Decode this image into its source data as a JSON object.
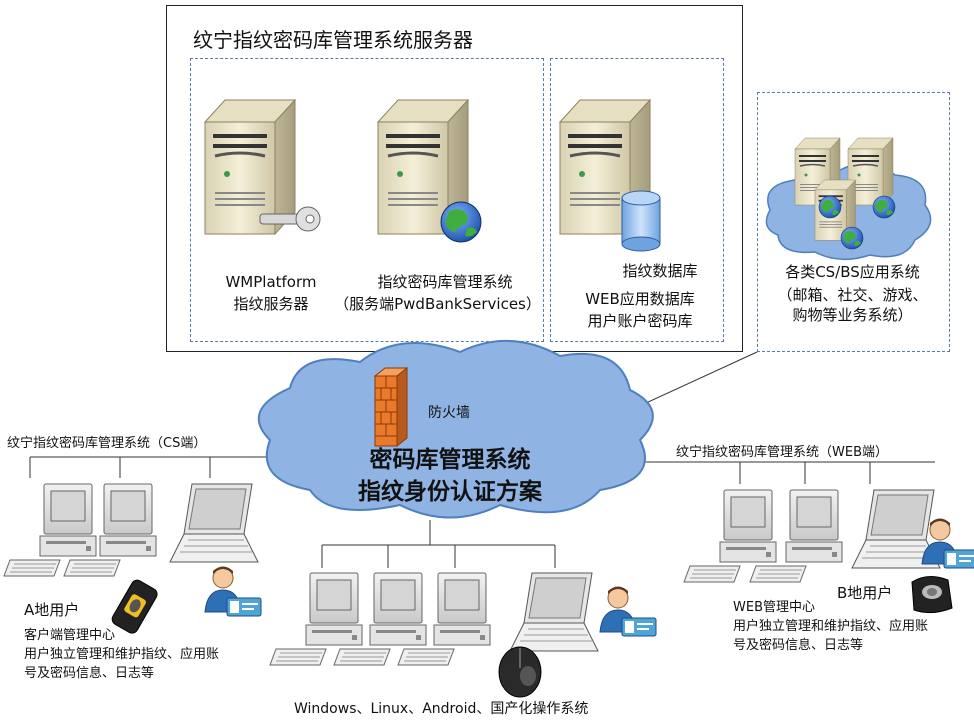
{
  "server_box": {
    "title": "纹宁指纹密码库管理系统服务器",
    "wm_platform": {
      "line1": "WMPlatform",
      "line2": "指纹服务器"
    },
    "pwdbank": {
      "line1": "指纹密码库管理系统",
      "line2": "（服务端PwdBankServices）"
    },
    "database": {
      "line1": "指纹数据库",
      "line2": "WEB应用数据库",
      "line3": "用户账户密码库"
    }
  },
  "apps_box": {
    "line1": "各类CS/BS应用系统",
    "line2": "（邮箱、社交、游戏、",
    "line3": "购物等业务系统）"
  },
  "cloud": {
    "firewall_label": "防火墙",
    "line1": "密码库管理系统",
    "line2": "指纹身份认证方案"
  },
  "cs_side": {
    "header": "纹宁指纹密码库管理系统（CS端）",
    "user_title": "A地用户",
    "desc1": "客户端管理中心",
    "desc2": "用户独立管理和维护指纹、应用账",
    "desc3": "号及密码信息、日志等"
  },
  "web_side": {
    "header": "纹宁指纹密码库管理系统（WEB端）",
    "user_title": "B地用户",
    "desc1": "WEB管理中心",
    "desc2": "用户独立管理和维护指纹、应用账",
    "desc3": "号及密码信息、日志等"
  },
  "bottom": {
    "os_label": "Windows、Linux、Android、国产化操作系统"
  },
  "colors": {
    "cloud": "#8fb4e3",
    "cloud_edge": "#4f7fbf",
    "server_body": "#ece5c8",
    "dash": "#5b7aa8",
    "firewall": "#e87a2a",
    "globe": "#2e6fc6"
  }
}
